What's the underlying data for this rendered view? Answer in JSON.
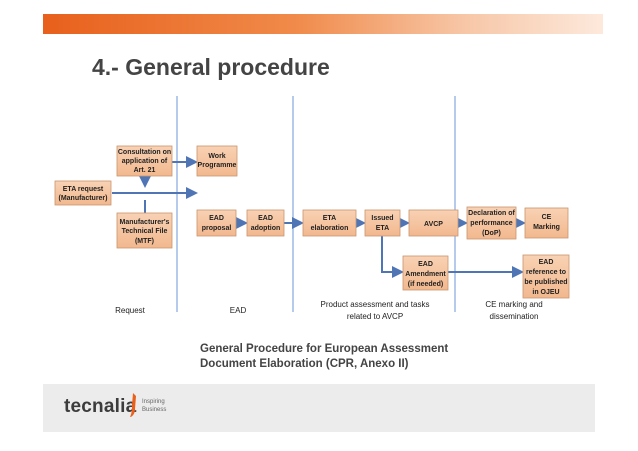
{
  "slide": {
    "title": "4.- General procedure",
    "caption_line1": "General Procedure for European Assessment",
    "caption_line2": "Document Elaboration (CPR, Anexo II)"
  },
  "boxes": {
    "eta_request": [
      "ETA request",
      "(Manufacturer)"
    ],
    "consultation": [
      "Consultation on",
      "application of",
      "Art. 21"
    ],
    "work_programme": [
      "Work",
      "Programme"
    ],
    "technical_file": [
      "Manufacturer's",
      "Technical File",
      "(MTF)"
    ],
    "ead_proposal": [
      "EAD",
      "proposal"
    ],
    "ead_adoption": [
      "EAD",
      "adoption"
    ],
    "eta_elaboration": [
      "ETA",
      "elaboration"
    ],
    "issued_eta": [
      "Issued",
      "ETA"
    ],
    "avcp": [
      "AVCP"
    ],
    "dop": [
      "Declaration of",
      "performance",
      "(DoP)"
    ],
    "ce_marking": [
      "CE",
      "Marking"
    ],
    "ead_amendment": [
      "EAD",
      "Amendment",
      "(if needed)"
    ],
    "ead_reference": [
      "EAD",
      "reference to",
      "be published",
      "in OJEU"
    ]
  },
  "phases": {
    "request": "Request",
    "ead": "EAD",
    "product_line1": "Product assessment and tasks",
    "product_line2": "related to AVCP",
    "ce_line1": "CE marking and",
    "ce_line2": "dissemination"
  },
  "logo": {
    "word": "tecnalia",
    "tag_line1": "Inspiring",
    "tag_line2": "Business"
  },
  "colors": {
    "accent_orange": "#e8601c",
    "box_fill": "#f5c7a3",
    "box_stroke": "#c9956e",
    "arrow_blue": "#4f75b5",
    "divider_blue": "#8eaee0",
    "title_gray": "#444444"
  }
}
